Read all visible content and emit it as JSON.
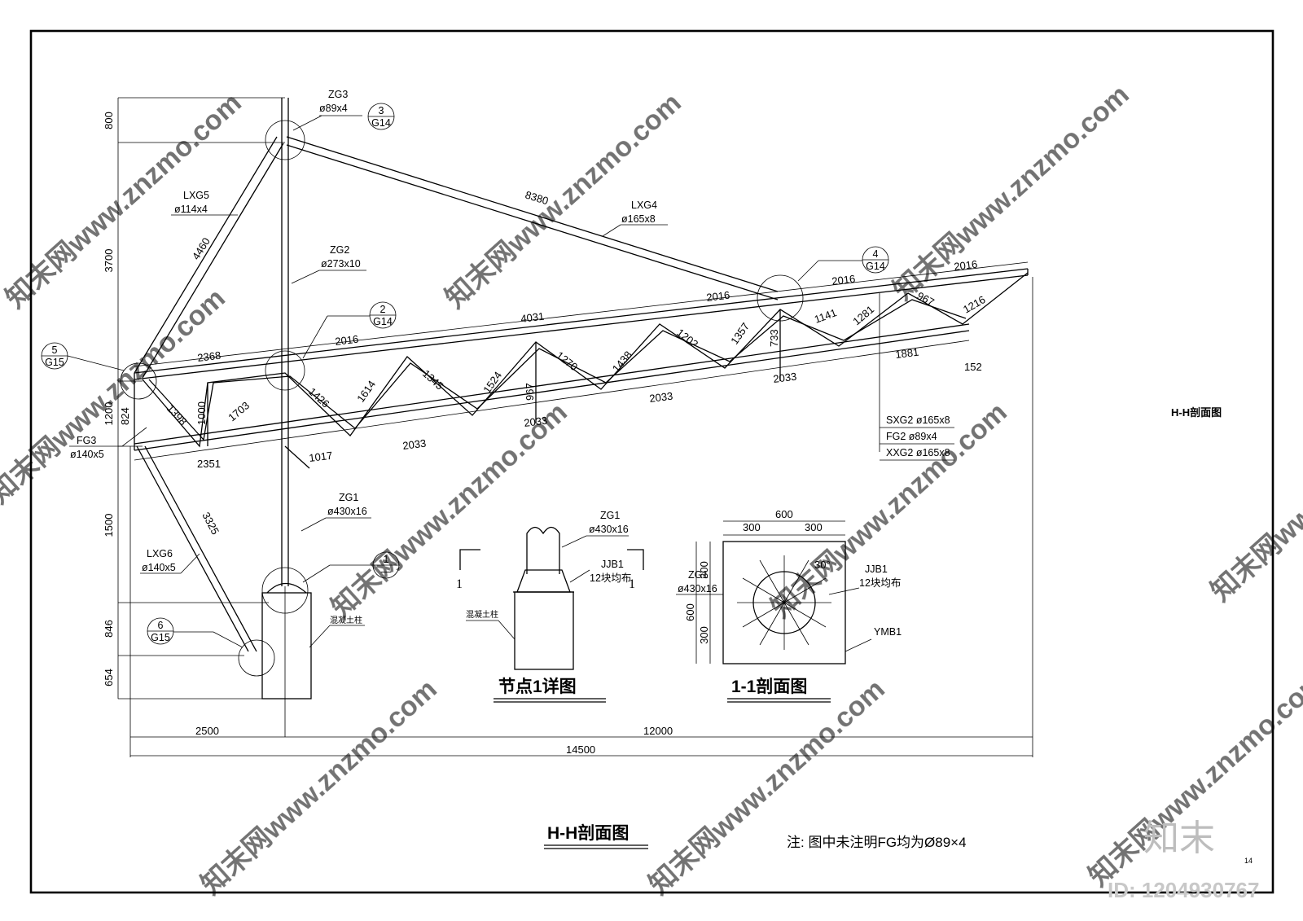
{
  "sheet": {
    "side_title": "H-H剖面图",
    "main_title": "H-H剖面图",
    "note": "注: 图中未注明FG均为Ø89×4",
    "page_number": "14",
    "logo": "知末",
    "id_text": "ID: 1204930767",
    "watermark": "知末网www.znzmo.com"
  },
  "members": {
    "zg3_name": "ZG3",
    "zg3_spec": "ø89x4",
    "lxg5_name": "LXG5",
    "lxg5_spec": "ø114x4",
    "zg2_name": "ZG2",
    "zg2_spec": "ø273x10",
    "lxg4_name": "LXG4",
    "lxg4_spec": "ø165x8",
    "fg3_name": "FG3",
    "fg3_spec": "ø140x5",
    "zg1_name": "ZG1",
    "zg1_spec": "ø430x16",
    "lxg6_name": "LXG6",
    "lxg6_spec": "ø140x5",
    "concrete": "混凝土柱"
  },
  "callouts": [
    {
      "num": "3",
      "sheet": "G14"
    },
    {
      "num": "4",
      "sheet": "G14"
    },
    {
      "num": "2",
      "sheet": "G14"
    },
    {
      "num": "5",
      "sheet": "G15"
    },
    {
      "num": "6",
      "sheet": "G15"
    },
    {
      "num": "1",
      "sheet": "—"
    }
  ],
  "legend_table": [
    "SXG2 ø165x8",
    "FG2  ø89x4",
    "XXG2 ø165x8"
  ],
  "dims": {
    "v800": "800",
    "v3700": "3700",
    "v1200": "1200",
    "v1500": "1500",
    "v846": "846",
    "v654": "654",
    "v824": "824",
    "d4460": "4460",
    "d8380": "8380",
    "d3325": "3325",
    "top": [
      "2368",
      "2016",
      "4031",
      "2016",
      "2016",
      "2016"
    ],
    "bottom": [
      "2351",
      "1017",
      "2033",
      "2033",
      "2033",
      "2033",
      "1881",
      "152"
    ],
    "web": [
      "1398",
      "1000",
      "1703",
      "1426",
      "1614",
      "1345",
      "1524",
      "967",
      "1270",
      "1438",
      "1202",
      "1357",
      "733",
      "1141",
      "1281",
      "967",
      "1216"
    ],
    "b2500": "2500",
    "b12000": "12000",
    "b14500": "14500"
  },
  "detail1": {
    "title": "节点1详图",
    "section_mark": "1",
    "zg1_name": "ZG1",
    "zg1_spec": "ø430x16",
    "jjb1_name": "JJB1",
    "jjb1_note": "12块均布",
    "concrete": "混凝土柱"
  },
  "section11": {
    "title": "1-1剖面图",
    "d600_top": "600",
    "d300_a": "300",
    "d300_b": "300",
    "d600_left": "600",
    "d300_c": "300",
    "d300_d": "300",
    "angle": "30°",
    "zg1_name": "ZG1",
    "zg1_spec": "ø430x16",
    "jjb1_name": "JJB1",
    "jjb1_note": "12块均布",
    "ymb1": "YMB1"
  }
}
